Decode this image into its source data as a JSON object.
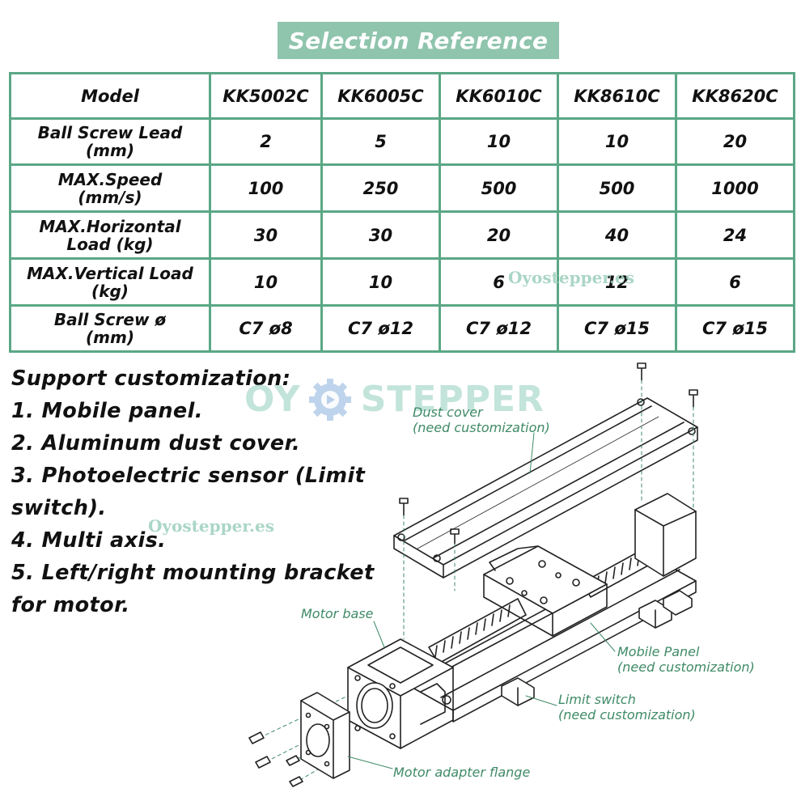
{
  "title": "Selection Reference",
  "table": {
    "header_label": "Model",
    "models": [
      "KK5002C",
      "KK6005C",
      "KK6010C",
      "KK8610C",
      "KK8620C"
    ],
    "rows": [
      {
        "label_line1": "Ball Screw Lead",
        "label_line2": "(mm)",
        "values": [
          "2",
          "5",
          "10",
          "10",
          "20"
        ]
      },
      {
        "label_line1": "MAX.Speed",
        "label_line2": "(mm/s)",
        "values": [
          "100",
          "250",
          "500",
          "500",
          "1000"
        ]
      },
      {
        "label_line1": "MAX.Horizontal",
        "label_line2": "Load (kg)",
        "values": [
          "30",
          "30",
          "20",
          "40",
          "24"
        ]
      },
      {
        "label_line1": "MAX.Vertical Load",
        "label_line2": "(kg)",
        "values": [
          "10",
          "10",
          "6",
          "12",
          "6"
        ]
      },
      {
        "label_line1": "Ball Screw ø",
        "label_line2": "(mm)",
        "values": [
          "C7 ø8",
          "C7 ø12",
          "C7 ø12",
          "C7 ø15",
          "C7 ø15"
        ]
      }
    ]
  },
  "customization": {
    "heading": "Support customization:",
    "items": [
      "1. Mobile panel.",
      "2. Aluminum dust cover.",
      "3. Photoelectric sensor (Limit",
      "switch).",
      "4. Multi axis.",
      "5. Left/right mounting bracket",
      "for motor."
    ]
  },
  "watermarks": {
    "site": "Oyostepper.es",
    "brand_left": "OY",
    "brand_right": "STEPPER"
  },
  "diagram": {
    "callouts": {
      "dust_cover": {
        "line1": "Dust cover",
        "line2": "(need customization)"
      },
      "motor_base": {
        "line1": "Motor base"
      },
      "mobile_panel": {
        "line1": "Mobile Panel",
        "line2": "(need customization)"
      },
      "limit_switch": {
        "line1": "Limit switch",
        "line2": "(need customization)"
      },
      "motor_adapter_flange": {
        "line1": "Motor adapter flange"
      }
    }
  },
  "colors": {
    "accent": "#5aa785",
    "banner": "#8fc4ad",
    "callout_text": "#3f8a67",
    "watermark": "#a9d9cb"
  }
}
